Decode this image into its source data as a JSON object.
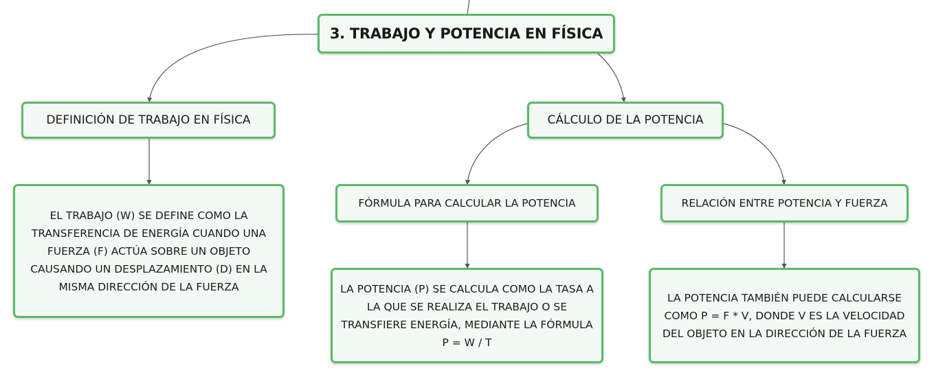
{
  "colors": {
    "node_border": "#5bb96a",
    "node_fill": "#f3faf3",
    "connector": "#555555"
  },
  "nodes": {
    "root": "3. TRABAJO Y POTENCIA EN FÍSICA",
    "def_trabajo": "DEFINICIÓN DE TRABAJO EN FÍSICA",
    "def_trabajo_text": "EL TRABAJO (W) SE DEFINE COMO LA TRANSFERENCIA DE ENERGÍA CUANDO UNA FUERZA (F) ACTÚA SOBRE UN OBJETO CAUSANDO UN DESPLAZAMIENTO (D) EN LA MISMA DIRECCIÓN DE LA FUERZA",
    "calc_potencia": "CÁLCULO DE LA POTENCIA",
    "formula": "FÓRMULA PARA CALCULAR LA POTENCIA",
    "formula_text": "LA POTENCIA (P) SE CALCULA COMO LA TASA A LA QUE SE REALIZA EL TRABAJO O SE TRANSFIERE ENERGÍA, MEDIANTE LA FÓRMULA P = W / T",
    "relacion": "RELACIÓN ENTRE POTENCIA Y FUERZA",
    "relacion_text": "LA POTENCIA TAMBIÉN PUEDE CALCULARSE COMO P = F * V, DONDE V ES LA VELOCIDAD DEL OBJETO EN LA DIRECCIÓN DE LA FUERZA"
  }
}
